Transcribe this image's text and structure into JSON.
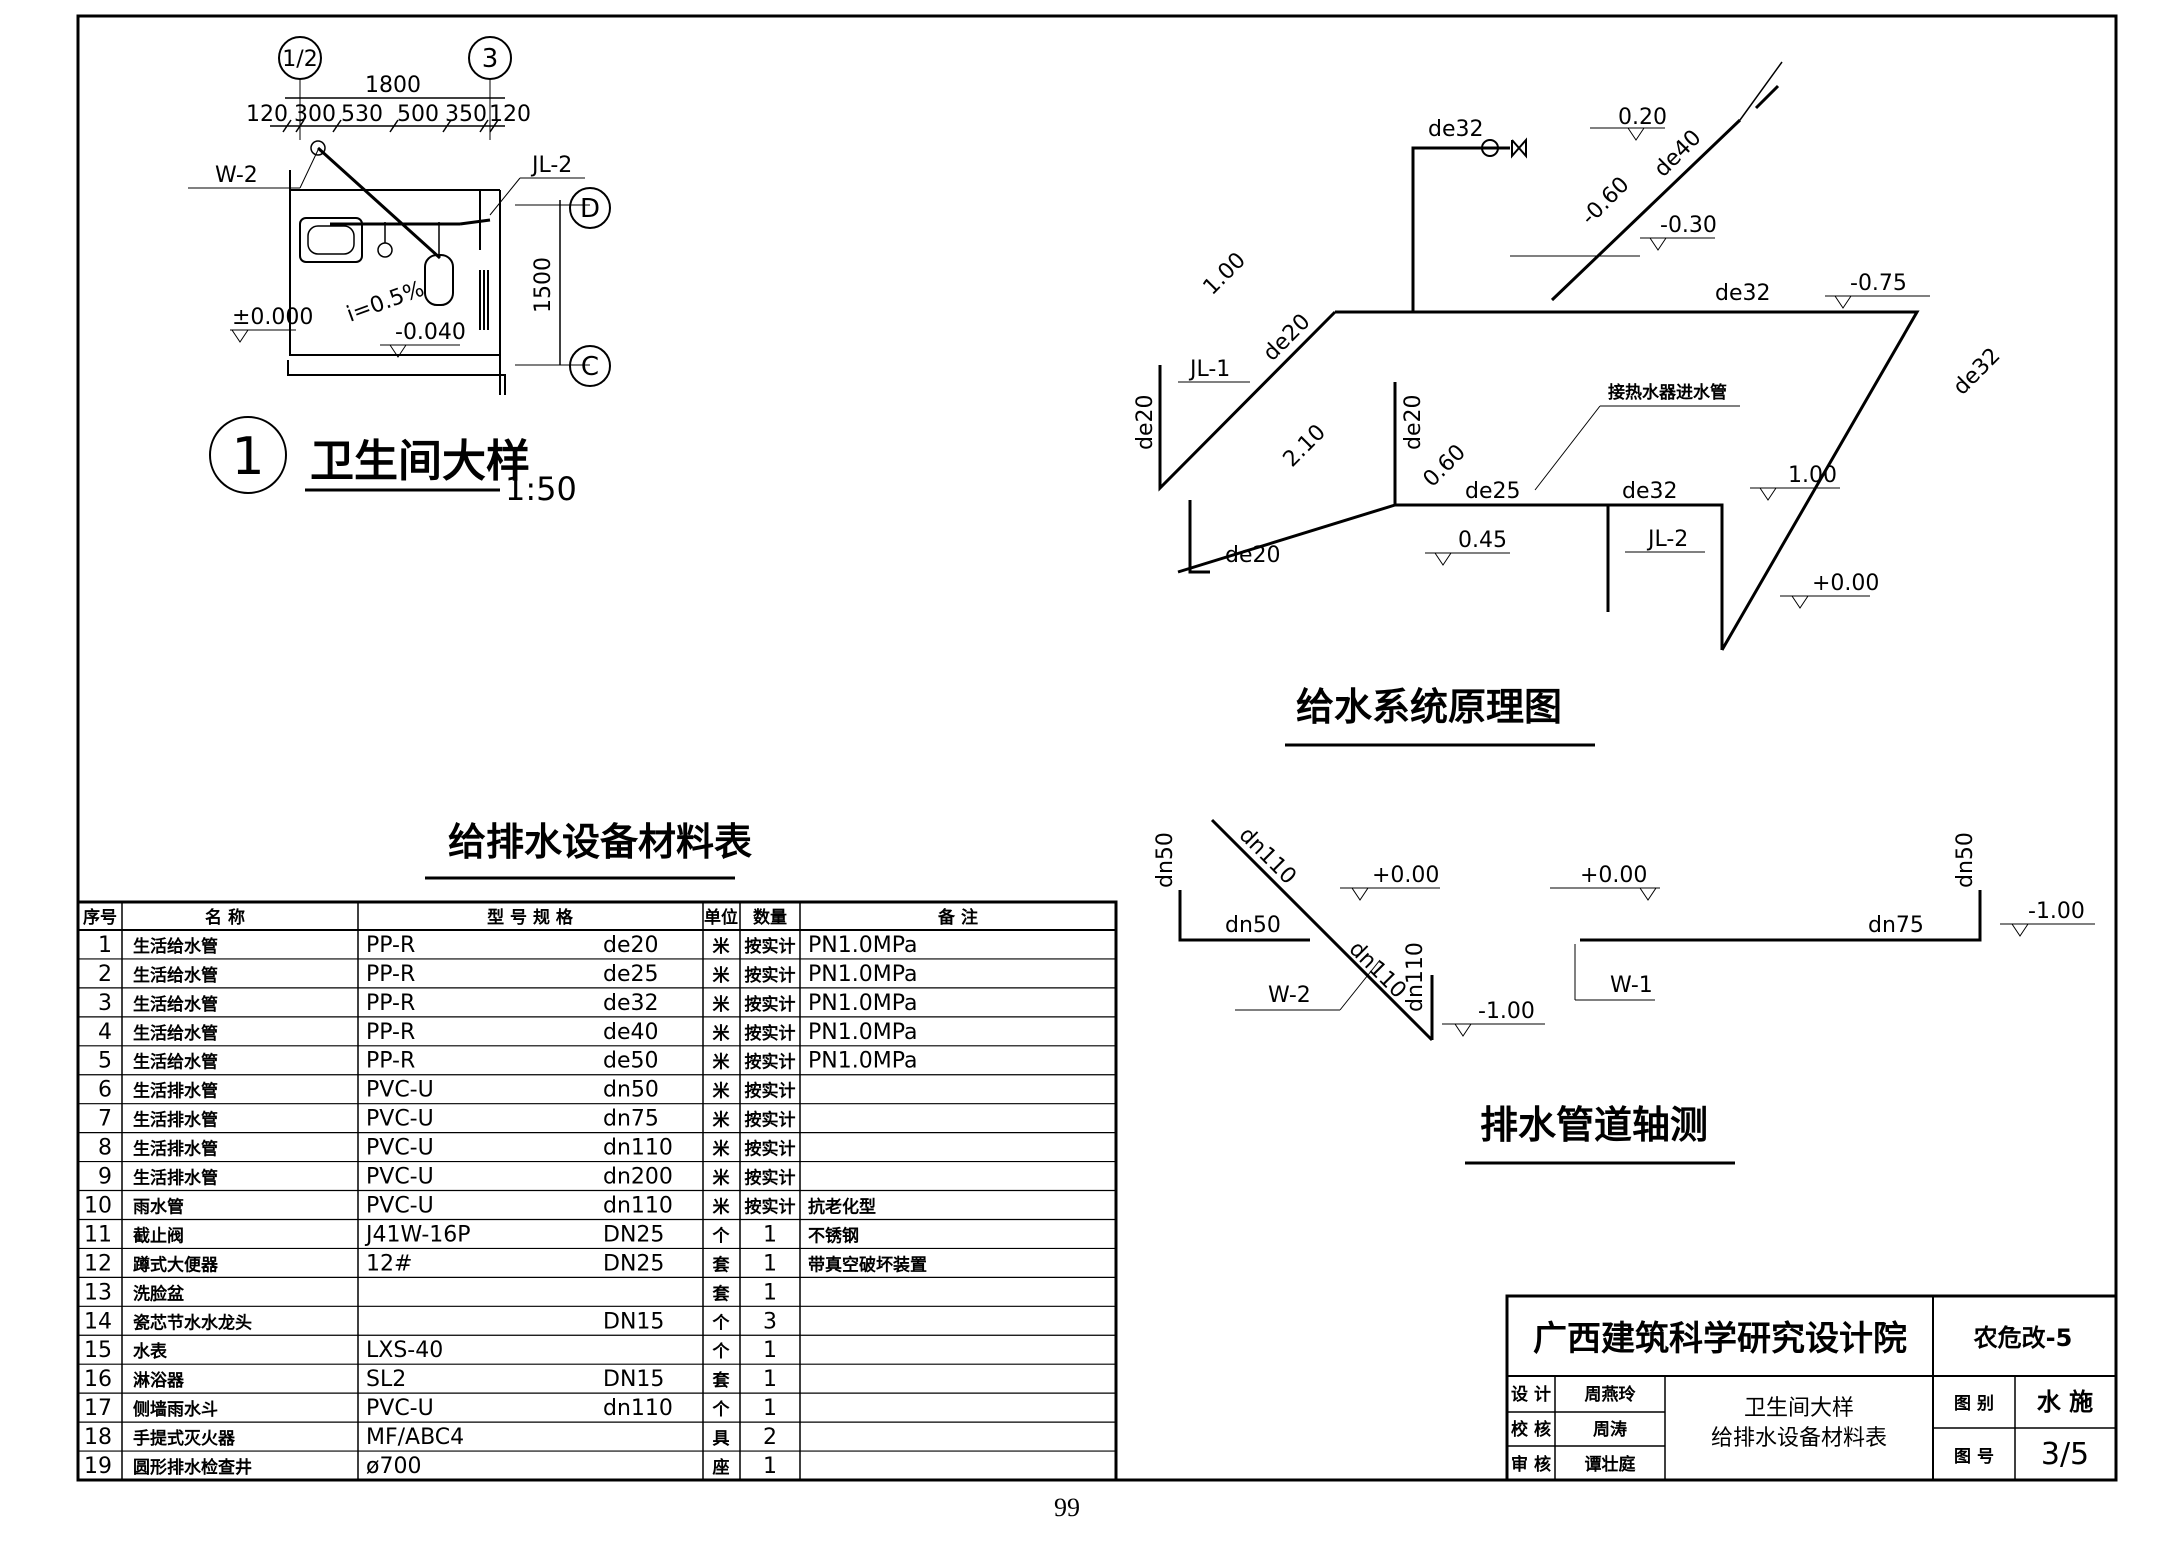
{
  "bathroom_detail": {
    "index_number": "1",
    "title": "卫生间大样",
    "scale": "1:50",
    "axis_labels": [
      "1/2",
      "3",
      "D",
      "C"
    ],
    "overall_dimension": "1800",
    "dimensions": [
      "120",
      "300",
      "530",
      "500",
      "350",
      "120"
    ],
    "vertical_dimension": "1500",
    "pipe_labels": [
      "W-2",
      "JL-2"
    ],
    "elevations": [
      "±0.000",
      "-0.040"
    ],
    "slope": "i=0.5%"
  },
  "water_supply": {
    "title": "给水系统原理图",
    "labels": [
      "de32",
      "0.20",
      "de40",
      "-0.60",
      "-0.30",
      "1.00",
      "de20",
      "de32",
      "-0.75",
      "JL-1",
      "de20",
      "接热水器进水管",
      "2.10",
      "de20",
      "0.60",
      "de25",
      "de32",
      "1.00",
      "de32",
      "0.45",
      "JL-2",
      "de20",
      "+0.00"
    ]
  },
  "drainage": {
    "title": "排水管道轴测",
    "labels": [
      "dn50",
      "dn110",
      "+0.00",
      "dn50",
      "W-2",
      "dn110",
      "dn110",
      "-1.00",
      "+0.00",
      "W-1",
      "dn75",
      "dn50",
      "-1.00"
    ]
  },
  "material_table": {
    "title": "给排水设备材料表",
    "headers": [
      "序号",
      "名  称",
      "型  号  规  格",
      "单位",
      "数量",
      "备  注"
    ],
    "rows": [
      {
        "no": "1",
        "name": "生活给水管",
        "model": "PP-R",
        "spec": "de20",
        "unit": "米",
        "qty": "按实计",
        "note": "PN1.0MPa"
      },
      {
        "no": "2",
        "name": "生活给水管",
        "model": "PP-R",
        "spec": "de25",
        "unit": "米",
        "qty": "按实计",
        "note": "PN1.0MPa"
      },
      {
        "no": "3",
        "name": "生活给水管",
        "model": "PP-R",
        "spec": "de32",
        "unit": "米",
        "qty": "按实计",
        "note": "PN1.0MPa"
      },
      {
        "no": "4",
        "name": "生活给水管",
        "model": "PP-R",
        "spec": "de40",
        "unit": "米",
        "qty": "按实计",
        "note": "PN1.0MPa"
      },
      {
        "no": "5",
        "name": "生活给水管",
        "model": "PP-R",
        "spec": "de50",
        "unit": "米",
        "qty": "按实计",
        "note": "PN1.0MPa"
      },
      {
        "no": "6",
        "name": "生活排水管",
        "model": "PVC-U",
        "spec": "dn50",
        "unit": "米",
        "qty": "按实计",
        "note": ""
      },
      {
        "no": "7",
        "name": "生活排水管",
        "model": "PVC-U",
        "spec": "dn75",
        "unit": "米",
        "qty": "按实计",
        "note": ""
      },
      {
        "no": "8",
        "name": "生活排水管",
        "model": "PVC-U",
        "spec": "dn110",
        "unit": "米",
        "qty": "按实计",
        "note": ""
      },
      {
        "no": "9",
        "name": "生活排水管",
        "model": "PVC-U",
        "spec": "dn200",
        "unit": "米",
        "qty": "按实计",
        "note": ""
      },
      {
        "no": "10",
        "name": "雨水管",
        "model": "PVC-U",
        "spec": "dn110",
        "unit": "米",
        "qty": "按实计",
        "note": "抗老化型"
      },
      {
        "no": "11",
        "name": "截止阀",
        "model": "J41W-16P",
        "spec": "DN25",
        "unit": "个",
        "qty": "1",
        "note": "不锈钢"
      },
      {
        "no": "12",
        "name": "蹲式大便器",
        "model": "12#",
        "spec": "DN25",
        "unit": "套",
        "qty": "1",
        "note": "带真空破坏装置"
      },
      {
        "no": "13",
        "name": "洗脸盆",
        "model": "",
        "spec": "",
        "unit": "套",
        "qty": "1",
        "note": ""
      },
      {
        "no": "14",
        "name": "瓷芯节水水龙头",
        "model": "",
        "spec": "DN15",
        "unit": "个",
        "qty": "3",
        "note": ""
      },
      {
        "no": "15",
        "name": "水表",
        "model": "LXS-40",
        "spec": "",
        "unit": "个",
        "qty": "1",
        "note": ""
      },
      {
        "no": "16",
        "name": "淋浴器",
        "model": "SL2",
        "spec": "DN15",
        "unit": "套",
        "qty": "1",
        "note": ""
      },
      {
        "no": "17",
        "name": "侧墙雨水斗",
        "model": "PVC-U",
        "spec": "dn110",
        "unit": "个",
        "qty": "1",
        "note": ""
      },
      {
        "no": "18",
        "name": "手提式灭火器",
        "model": "MF/ABC4",
        "spec": "",
        "unit": "具",
        "qty": "2",
        "note": ""
      },
      {
        "no": "19",
        "name": "圆形排水检查井",
        "model": "ø700",
        "spec": "",
        "unit": "座",
        "qty": "1",
        "note": ""
      }
    ]
  },
  "title_block": {
    "institute": "广西建筑科学研究设计院",
    "project": "农危改-5",
    "role_design": "设 计",
    "role_check": "校 核",
    "role_review": "审 核",
    "name_design": "周燕玲",
    "name_check": "周涛",
    "name_review": "谭壮庭",
    "drawing_title_1": "卫生间大样",
    "drawing_title_2": "给排水设备材料表",
    "category_label": "图 别",
    "category_value": "水 施",
    "number_label": "图 号",
    "number_value": "3/5"
  },
  "page_number": "99"
}
